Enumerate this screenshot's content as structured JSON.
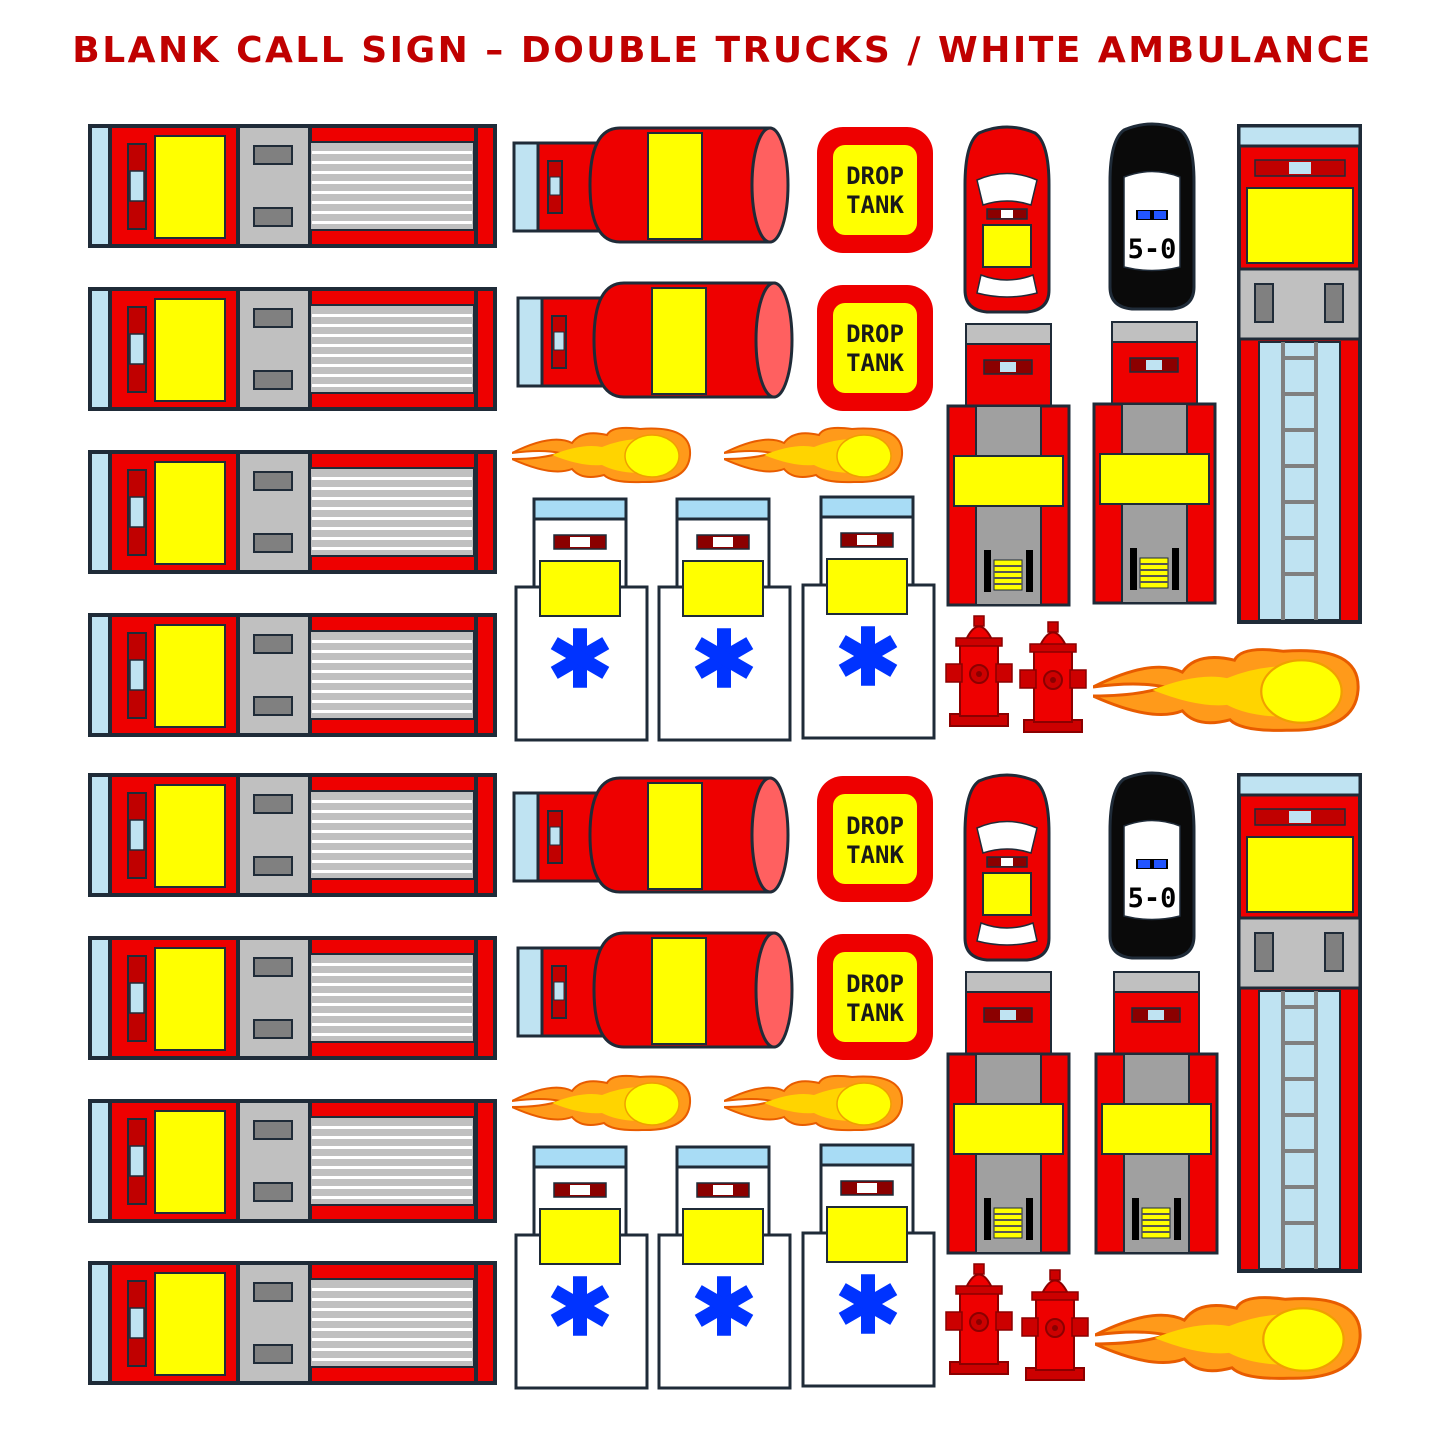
{
  "title": "BLANK CALL SIGN – DOUBLE TRUCKS / WHITE AMBULANCE",
  "drop_tank": {
    "line1": "DROP",
    "line2": "TANK"
  },
  "police": {
    "label": "5-0"
  },
  "icons": [
    "fire-truck-side-icon",
    "tanker-icon",
    "drop-tank-icon",
    "fire-chief-car-icon",
    "police-car-icon",
    "ladder-truck-icon",
    "engine-top-icon",
    "ambulance-icon",
    "star-of-life-icon",
    "hydrant-icon",
    "fireball-icon"
  ],
  "colors": {
    "red": "#ee0000",
    "yellow": "#ffff00",
    "gray": "#c0c0c0",
    "lightblue": "#bfe3f2",
    "outline": "#1f2b38",
    "title": "#c00000",
    "ems_blue": "#0033ff",
    "police_black": "#0a0a0a"
  }
}
